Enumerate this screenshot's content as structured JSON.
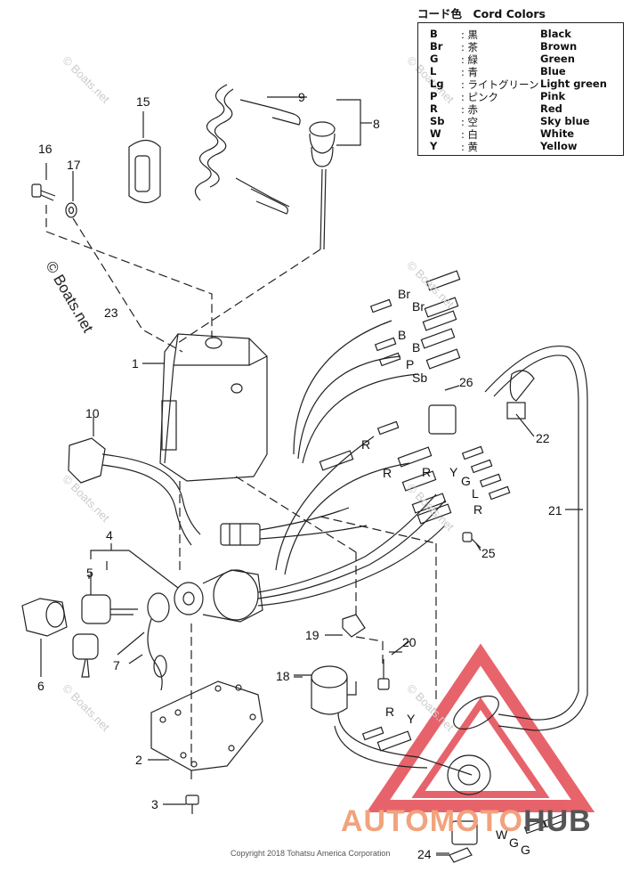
{
  "legend": {
    "title": "コード色　Cord Colors",
    "rows": [
      {
        "code": "B",
        "jp": ": 黒",
        "en": "Black"
      },
      {
        "code": "Br",
        "jp": ": 茶",
        "en": "Brown"
      },
      {
        "code": "G",
        "jp": ": 緑",
        "en": "Green"
      },
      {
        "code": "L",
        "jp": ": 青",
        "en": "Blue"
      },
      {
        "code": "Lg",
        "jp": ": ライトグリーン",
        "en": "Light green"
      },
      {
        "code": "P",
        "jp": ": ピンク",
        "en": "Pink"
      },
      {
        "code": "R",
        "jp": ": 赤",
        "en": "Red"
      },
      {
        "code": "Sb",
        "jp": ": 空",
        "en": "Sky blue"
      },
      {
        "code": "W",
        "jp": ": 白",
        "en": "White"
      },
      {
        "code": "Y",
        "jp": ": 黄",
        "en": "Yellow"
      }
    ]
  },
  "callouts": [
    "1",
    "2",
    "3",
    "4",
    "5",
    "6",
    "7",
    "8",
    "9",
    "10",
    "15",
    "16",
    "17",
    "18",
    "19",
    "20",
    "21",
    "22",
    "23",
    "24",
    "25",
    "26"
  ],
  "wire_codes": [
    "Br",
    "Br",
    "B",
    "B",
    "P",
    "Sb",
    "R",
    "R",
    "R",
    "Y",
    "G",
    "L",
    "R",
    "R",
    "Y",
    "W",
    "G",
    "G"
  ],
  "watermark": "© Boats.net",
  "watermark_small": "© Boats.net",
  "copyright": "Copyright 2018 Tohatsu America Corporation",
  "logo": {
    "part1": "AUTOMOTO",
    "part2": "HUB"
  },
  "colors": {
    "line": "#222222",
    "logo_red": "#e0303a",
    "logo_orange": "#f2a27c",
    "watermark": "#cccccc"
  }
}
